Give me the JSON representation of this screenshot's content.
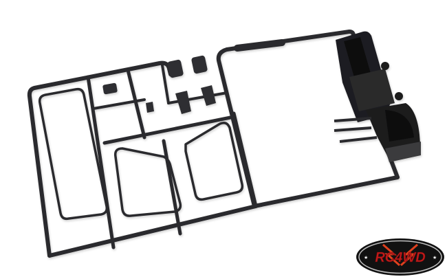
{
  "image": {
    "subject": "black plastic model kit parts sprue on white background",
    "background_color": "#ffffff",
    "plastic_color": "#2b2b2d",
    "parts": [
      {
        "name": "window-frame-tall-left"
      },
      {
        "name": "window-frame-door-left"
      },
      {
        "name": "window-frame-door-right"
      },
      {
        "name": "windshield-frame-large"
      },
      {
        "name": "pedal-pads"
      },
      {
        "name": "dashboard-assembly"
      },
      {
        "name": "door-handles"
      },
      {
        "name": "mirror-bracket"
      }
    ]
  },
  "logo": {
    "text": "RC4WD",
    "colors": {
      "outer": "#111111",
      "ring": "#bfbfbf",
      "text": "#c41a1a",
      "bolt": "#e0401e"
    }
  }
}
